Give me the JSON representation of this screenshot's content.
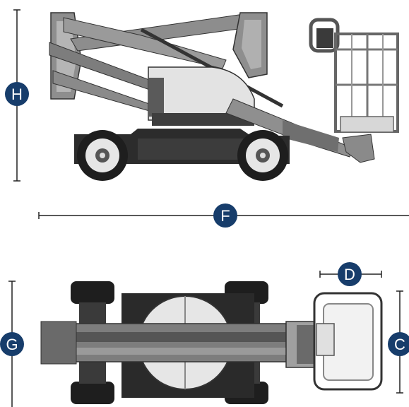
{
  "dimension_labels": {
    "height": "H",
    "length": "F",
    "width_basket": "D",
    "width_overall": "G",
    "length_basket": "C"
  },
  "colors": {
    "badge": "#173d6b",
    "line": "#222222",
    "body_light": "#e3e3e3",
    "body_mid": "#a9a9a9",
    "body_dark": "#4a4a4a",
    "tire": "#1e1e1e"
  }
}
